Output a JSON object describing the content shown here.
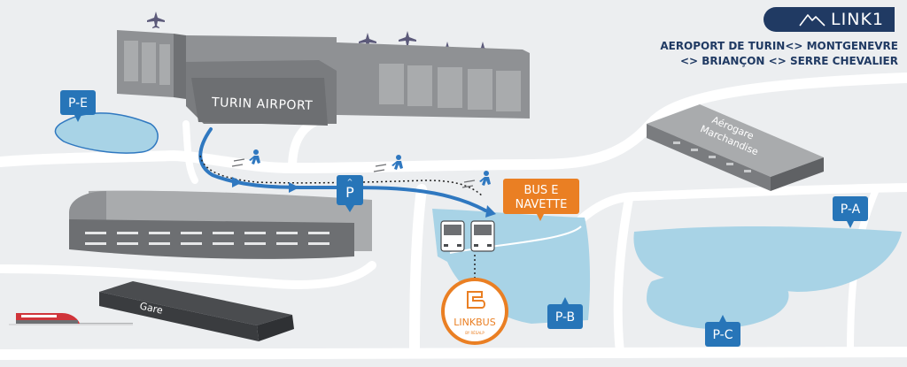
{
  "brand": {
    "name": "LINK1",
    "logo_icon": "mountain-icon",
    "color": "#203a63"
  },
  "route": {
    "line1": "AEROPORT DE TURIN<> MONTGENEVRE",
    "line2": "<> BRIANÇON <> SERRE CHEVALIER"
  },
  "labels": {
    "airport": "TURIN AIRPORT",
    "cargo_line1": "Aérogare",
    "cargo_line2": "Marchandise",
    "station": "Gare",
    "bus_line1": "BUS E",
    "bus_line2": "NAVETTE",
    "linkbus": "LINKBUS",
    "linkbus_sub": "BY RÉSALP"
  },
  "parking": {
    "pe": "P-E",
    "pa": "P-A",
    "pb": "P-B",
    "pc": "P-C",
    "p_main": "P"
  },
  "colors": {
    "parking_pin": "#2775b8",
    "water": "#a8d3e6",
    "road": "#ffffff",
    "building": "#8f9194",
    "bus_badge": "#ea7f23",
    "route_line": "#2f78c0"
  }
}
